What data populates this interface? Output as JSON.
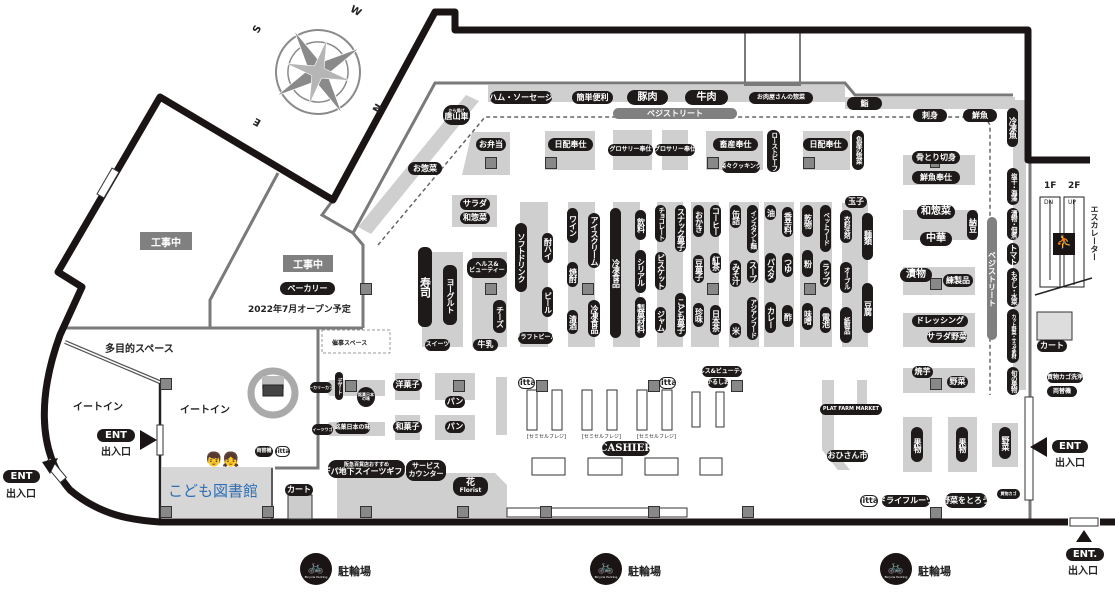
{
  "compass": {
    "n": "N",
    "s": "S",
    "e": "E",
    "w": "W"
  },
  "zones": {
    "construction_1": "工事中",
    "construction_2": "工事中",
    "bakery": "ベーカリー",
    "bakery_note": "2022年7月オープン予定",
    "multipurpose": "多目的スペース",
    "eat_in_1": "イートイン",
    "eat_in_2": "イートイン",
    "event_space": "催事スペース",
    "kids_library": "こども図書館",
    "veggie_street_h": "ベジストリート",
    "veggie_street_v": "ベジストリート"
  },
  "entrances": {
    "ent": "ENT",
    "exit_label": "出入口",
    "ent_bottom": "ENT.",
    "exit_bottom": "出入口"
  },
  "parking": {
    "label": "駐輪場",
    "icon_text": "Bicycle Parking"
  },
  "escalator": {
    "f1": "1F",
    "f2": "2F",
    "dn": "DN",
    "up": "UP",
    "label": "エスカレーター"
  },
  "labels": {
    "ham": "ハム・ソーセージ",
    "kantan": "簡単便利",
    "buta": "豚肉",
    "gyu": "牛肉",
    "oniku": "お肉屋さんの惣菜",
    "sushi_top": "鮨",
    "sashimi": "刺身",
    "sengyo": "鮮魚",
    "karaage_sub": "から揚げ",
    "karaage": "唐山車",
    "osozai": "お惣菜",
    "obento": "お弁当",
    "nippai1": "日配奉仕",
    "grocery1": "グロサリー奉仕",
    "grocery2": "グロサリー奉仕",
    "chikusan": "畜産奉仕",
    "rakuraku": "楽々クッキング",
    "nippai2": "日配奉仕",
    "honetori": "骨とり切身",
    "sengyo_hoshi": "鮮魚奉仕",
    "salad": "サラダ",
    "washozai1": "和惣菜",
    "tamago": "玉子",
    "washozai2": "和惣菜",
    "chuka": "中華",
    "tsukemono": "漬物",
    "neri": "練製品",
    "health1a": "ヘルス&",
    "health1b": "ビューティー",
    "dressing": "ドレッシング",
    "saladyasai": "サラダ野菜",
    "sweets": "スイーツ",
    "milk": "牛乳",
    "craftbeer": "クラフトビール",
    "yakiimo": "焼芋",
    "yasai1": "野菜",
    "health2": "ヘルス&ビューティー",
    "karushio": "かるしお",
    "litta": "litta",
    "bakery_cafe": "ベーカリーカフェ",
    "yogashi": "洋菓子",
    "pan1": "パン",
    "meika_circle": "銘菓日本の味",
    "dessert": "デザート",
    "sweets_wagon": "スイーツワゴン",
    "meika": "銘菓日本の味",
    "wagashi": "和菓子",
    "pan2": "パン",
    "semiself": "[セミセルフレジ]",
    "cashier": "CASHIER",
    "platfarm": "PLAT FARM MARKET",
    "ohisan": "おひさん市",
    "ryogaeki": "両替機",
    "depachika_sub": "阪急百貨店おすすめ",
    "depachika": "デパ地下スイーツギフト",
    "service_a": "サービス",
    "service_b": "カウンター",
    "hana": "花",
    "florist": "Florist",
    "cart": "カート",
    "kagosenjo": "買物カゴ洗浄",
    "drfruit": "ドライフルーツ",
    "yasaitoro": "野菜をとろう",
    "kago": "買物カゴ",
    "roast": "ローストビーフ",
    "uoya": "魚屋の惣菜",
    "reitougyo": "冷凍魚",
    "natto": "納豆",
    "sushi": "寿司",
    "yogurt": "ヨーグルト",
    "cheese": "チーズ",
    "softdrink": "ソフトドリンク",
    "chuhai": "酎ハイ",
    "beer": "ビール",
    "wine": "ワイン",
    "shochu": "焼酎",
    "seishu": "清酒",
    "ice": "アイスクリーム",
    "reitou_small": "冷凍食品",
    "reitou_big": "冷凍食品",
    "inryo": "飲料",
    "cereal": "シリアル",
    "seika": "製菓材料",
    "choco": "チョコレート",
    "biscuit": "ビスケット",
    "jam": "ジャム",
    "snack": "スナック菓子",
    "kodomo": "こども菓子",
    "okaki": "おかき",
    "coffee": "コーヒー",
    "mamegashi": "豆菓子",
    "kocha": "紅茶",
    "chinmi": "珍味",
    "nihoncha": "日本茶",
    "kanzume": "缶詰",
    "instant": "インスタント麺",
    "misoshiru": "みそ汁",
    "soup": "スープ",
    "kome": "米",
    "asian": "アジアンフード",
    "abura": "油",
    "koshin": "香辛料",
    "pasta": "パスタ",
    "tsuyu": "つゆ",
    "curry": "カレー",
    "su": "酢",
    "kanbutsu": "乾物",
    "petfood": "ペットフード",
    "kona": "粉",
    "wrap": "ラップ",
    "miso": "味噌",
    "denchi": "電池",
    "iryo": "衣料洗剤",
    "oburu": "オーブル",
    "kami": "紙製品",
    "menrui": "麺類",
    "tofu": "豆腐",
    "shiboshi": "塩干・海藻",
    "tsukudani": "漬物・佃煮",
    "tomato": "トマト",
    "moyashi": "もやし・水菜",
    "cut": "カット野菜・サラダ素材",
    "shun": "旬の果物",
    "kudamono": "果物",
    "yasai2": "野菜"
  }
}
